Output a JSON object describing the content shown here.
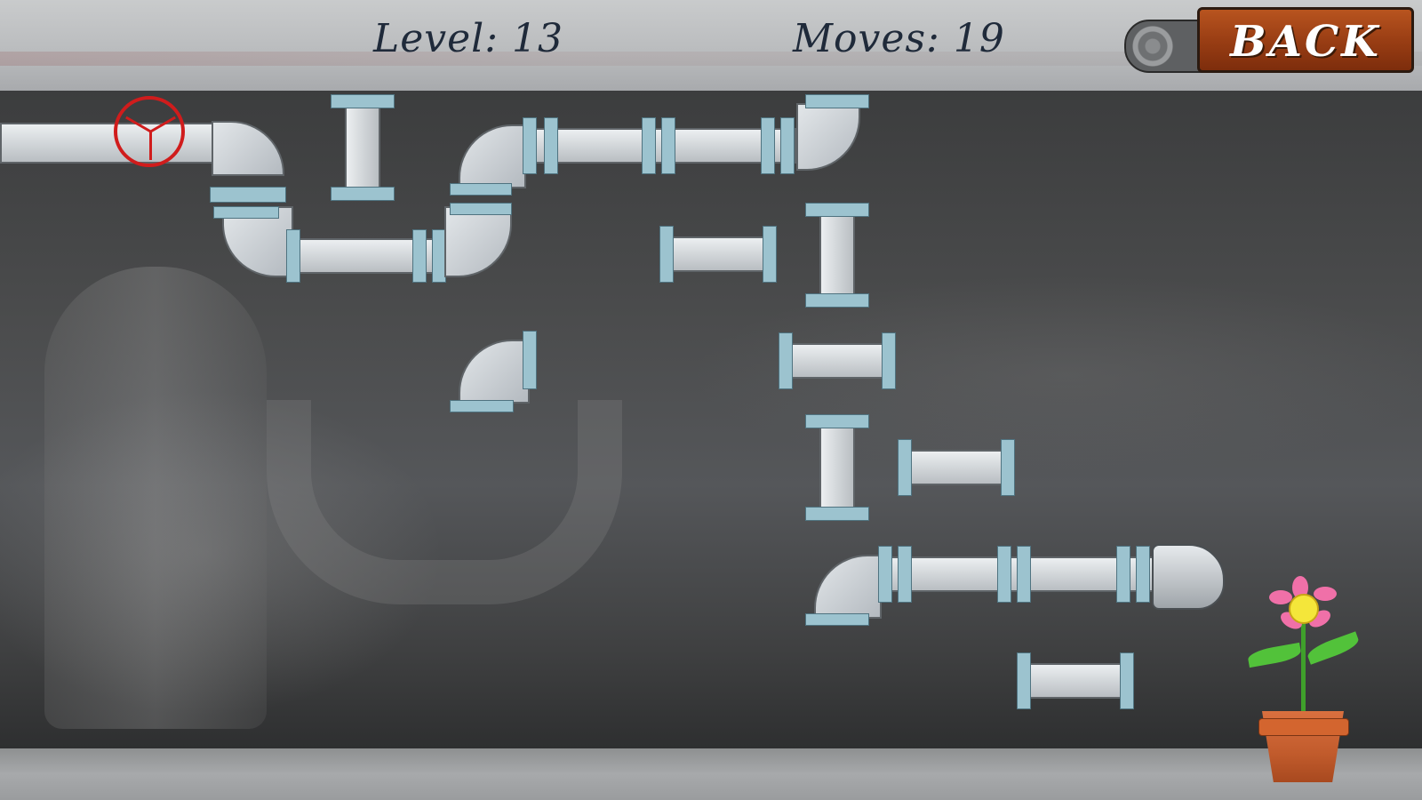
{
  "hud": {
    "level_label": "Level: 13",
    "moves_label": "Moves: 19",
    "back_label": "BACK"
  },
  "icons": {
    "valve": "valve-wheel-icon",
    "flower": "flower-pot-icon",
    "nozzle": "pipe-outlet-icon"
  },
  "colors": {
    "back_button": "#9a3e14",
    "valve": "#d01c1c",
    "flange": "#9cc3cf",
    "hud_text": "#1f2a3a"
  }
}
